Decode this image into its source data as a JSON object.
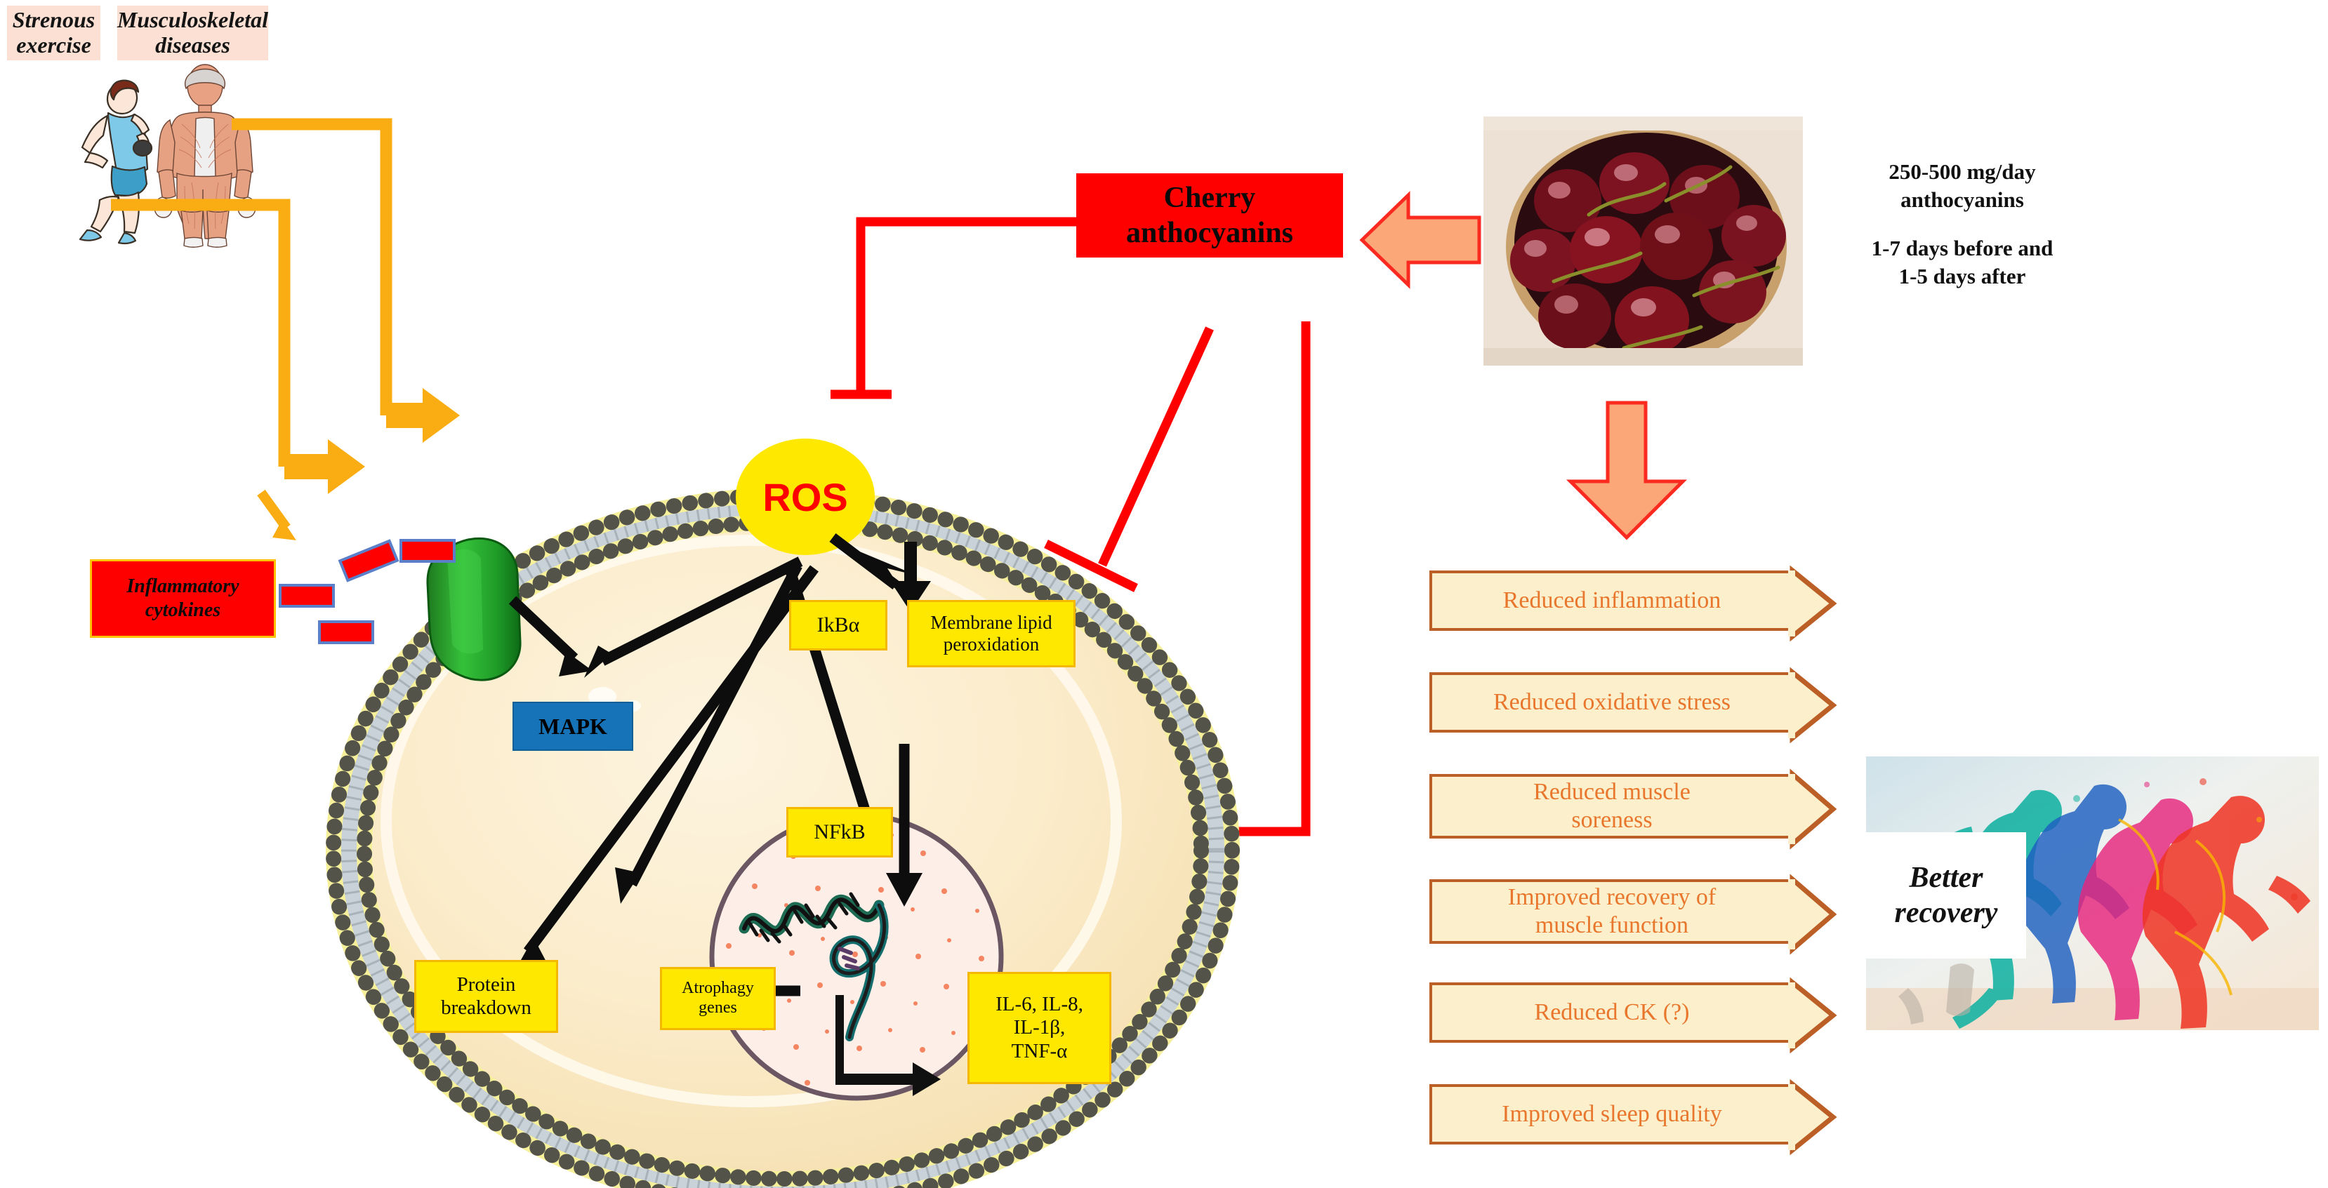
{
  "headers": {
    "strenuous_exercise": "Strenous\nexercise",
    "musculoskeletal": "Musculoskeletal\ndiseases"
  },
  "nodes": {
    "cherry_anthocyanins": "Cherry\nanthocyanins",
    "inflammatory_cytokines": "Inflammatory\ncytokines",
    "ros": "ROS",
    "ikba": "IkBα",
    "membrane_lipid_peroxidation": "Membrane lipid\nperoxidation",
    "mapk": "MAPK",
    "nfkb": "NFkB",
    "protein_breakdown": "Protein\nbreakdown",
    "atrophagy_genes": "Atrophagy\ngenes",
    "interleukins": "IL-6, IL-8,\nIL-1β,\nTNF-α"
  },
  "dosage": {
    "line1": "250-500 mg/day",
    "line2": "anthocyanins",
    "line3": "1-7 days before and",
    "line4": "1-5 days after"
  },
  "outcomes": [
    "Reduced inflammation",
    "Reduced oxidative stress",
    "Reduced muscle\nsoreness",
    "Improved recovery of\nmuscle function",
    "Reduced CK (?)",
    "Improved sleep quality"
  ],
  "recovery_caption": {
    "line1": "Better",
    "line2": "recovery"
  },
  "icons": {
    "runner": "running-athlete-icon",
    "anatomy": "muscular-anatomy-figure-icon",
    "cherry_bowl": "cherry-bowl-photo-icon",
    "runners_art": "colorful-runners-photo-icon",
    "receptor": "membrane-receptor-icon",
    "dna": "dna-strand-icon",
    "cytokine_particles": "cytokine-particles-icon"
  },
  "colors": {
    "peach_header": "#fbe0d3",
    "red_node": "#fe0000",
    "yellow_node": "#ffe800",
    "yellow_border": "#f5b800",
    "blue_node": "#1673b8",
    "orange_arrow": "#f9ad13",
    "chevron_fill": "#fcefcb",
    "chevron_border": "#bb5f26",
    "chevron_text": "#e8762c",
    "big_arrow_fill": "#fba778",
    "big_arrow_border": "#fa2a20",
    "cytoplasm": "#fbeccb",
    "membrane_head": "#f6f09a",
    "membrane_tail": "#cfd6da"
  }
}
